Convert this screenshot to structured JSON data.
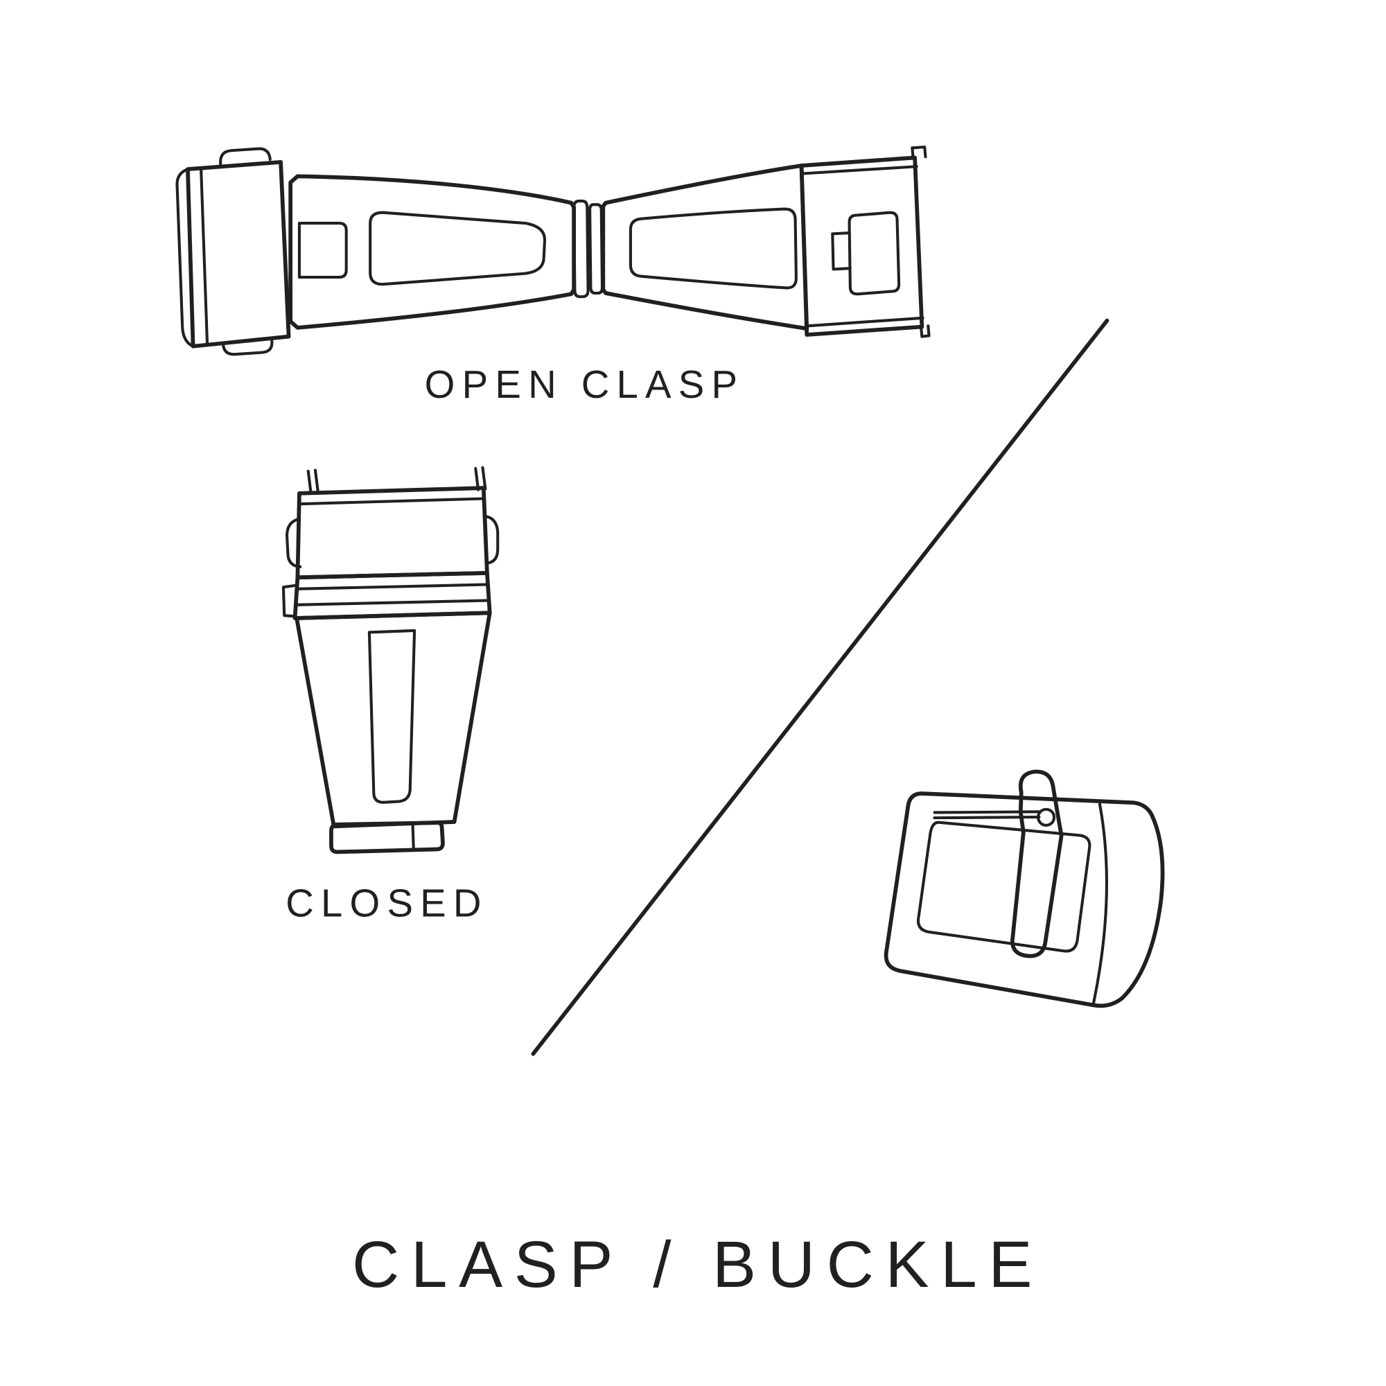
{
  "canvas": {
    "background": "#ffffff",
    "ink_color": "#231f20"
  },
  "diagram": {
    "open_clasp": {
      "label": "OPEN CLASP",
      "illustration": "deployant-clasp-open-top-view"
    },
    "closed_clasp": {
      "label": "CLOSED",
      "illustration": "deployant-clasp-closed-front-view"
    },
    "buckle": {
      "illustration": "tang-buckle-three-quarter-view"
    },
    "divider": {
      "type": "diagonal-line"
    }
  },
  "title": {
    "text": "CLASP / BUCKLE"
  }
}
